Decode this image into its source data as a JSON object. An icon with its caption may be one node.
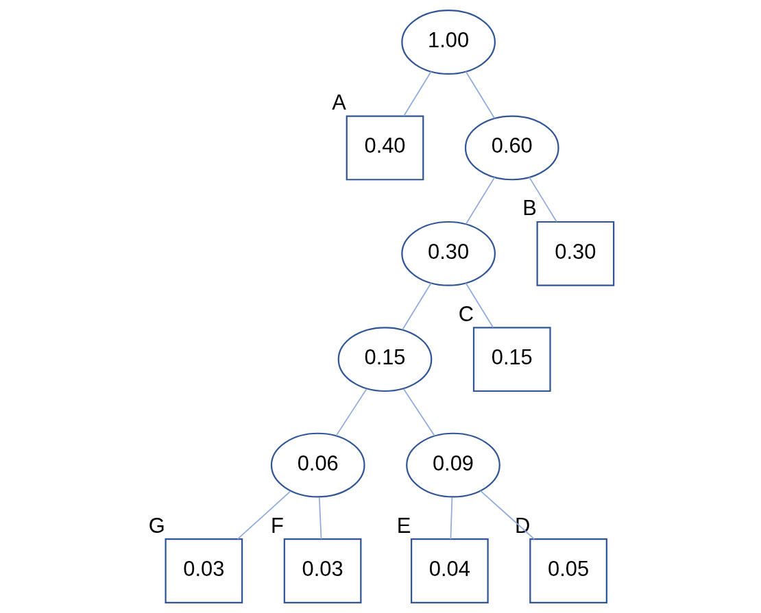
{
  "diagram": {
    "nodes": [
      {
        "text": [
          "1.00"
        ]
      },
      {
        "text": [
          "0.40"
        ],
        "beside": [
          "A"
        ]
      },
      {
        "text": [
          "0.60"
        ]
      },
      {
        "text": [
          "0.30"
        ]
      },
      {
        "text": [
          "0.30"
        ],
        "beside": [
          "B"
        ]
      },
      {
        "text": [
          "0.15"
        ]
      },
      {
        "text": [
          "0.15"
        ],
        "beside": [
          "C"
        ]
      },
      {
        "text": [
          "0.06"
        ]
      },
      {
        "text": [
          "0.09"
        ]
      },
      {
        "text": [
          "0.03"
        ],
        "beside": [
          "G"
        ]
      },
      {
        "text": [
          "0.03"
        ],
        "beside": [
          "F"
        ]
      },
      {
        "text": [
          "0.04"
        ],
        "beside": [
          "E"
        ]
      },
      {
        "text": [
          "0.05"
        ],
        "beside": [
          "D"
        ]
      }
    ],
    "edges": [
      {
        "from": 0,
        "to": 1,
        "arrow": "none"
      },
      {
        "from": 0,
        "to": 2,
        "arrow": "none"
      },
      {
        "from": 2,
        "to": 3,
        "arrow": "none"
      },
      {
        "from": 2,
        "to": 4,
        "arrow": "none"
      },
      {
        "from": 3,
        "to": 5,
        "arrow": "none"
      },
      {
        "from": 3,
        "to": 6,
        "arrow": "none"
      },
      {
        "from": 5,
        "to": 7,
        "arrow": "none"
      },
      {
        "from": 5,
        "to": 8,
        "arrow": "none"
      },
      {
        "from": 7,
        "to": 9,
        "arrow": "none"
      },
      {
        "from": 7,
        "to": 10,
        "arrow": "none"
      },
      {
        "from": 8,
        "to": 11,
        "arrow": "none"
      },
      {
        "from": 8,
        "to": 12,
        "arrow": "none"
      }
    ]
  }
}
